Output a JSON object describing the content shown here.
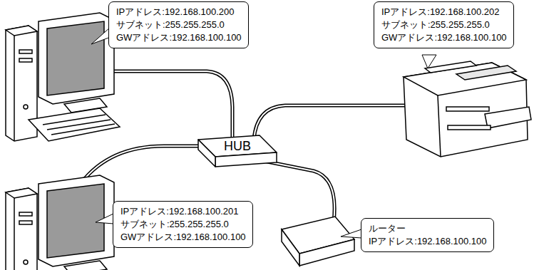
{
  "diagram": {
    "nodes": [
      {
        "text": [
          "IPアドレス:192.168.100.200",
          "サブネット:255.255.255.0",
          "GWアドレス:192.168.100.100"
        ]
      },
      {
        "text": [
          "IPアドレス:192.168.100.202",
          "サブネット:255.255.255.0",
          "GWアドレス:192.168.100.100"
        ]
      },
      {
        "text": [
          "HUB"
        ]
      },
      {
        "text": [
          "IPアドレス:192.168.100.201",
          "サブネット:255.255.255.0",
          "GWアドレス:192.168.100.100"
        ]
      },
      {
        "text": [
          "ルーター",
          "IPアドレス:192.168.100.100"
        ]
      }
    ]
  }
}
